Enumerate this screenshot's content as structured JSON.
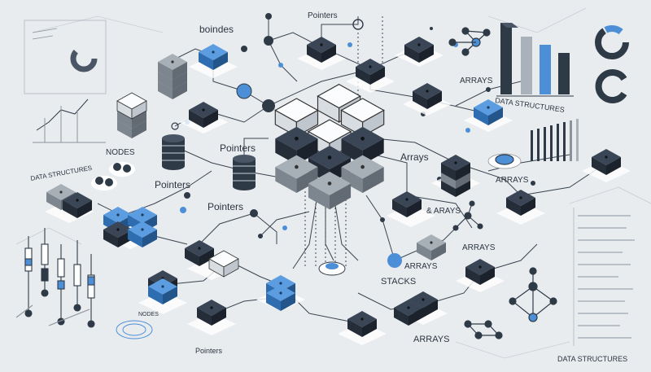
{
  "labels": {
    "boindes": "boindes",
    "pointers_top": "Pointers",
    "arrays_1": "ARRAYS",
    "data_structures_1": "DATA STRUCTURES",
    "data_structures_left": "DATA STRUCTURES",
    "nodes": "NODES",
    "pointers_1": "Pointers",
    "pointers_2": "Pointers",
    "pointers_3": "Pointers",
    "arrays_2": "Arrays",
    "arrays_3": "ARRAYS",
    "and_arrays": "& ARAYS",
    "arrays_4": "ARRAYS",
    "arrays_5": "ARRAYS",
    "stacks": "STACKS",
    "arrays_6": "ARRAYS",
    "nodes_bottom": "NODES",
    "pointers_bottom": "Pointers",
    "data_structures_bottom": "DATA STRUCTURES"
  },
  "colors": {
    "background": "#e9ecef",
    "dark": "#2f3a47",
    "blue": "#4d8fd6",
    "gray": "#8a939c",
    "light": "#f4f6f8",
    "line": "#3a4450"
  }
}
